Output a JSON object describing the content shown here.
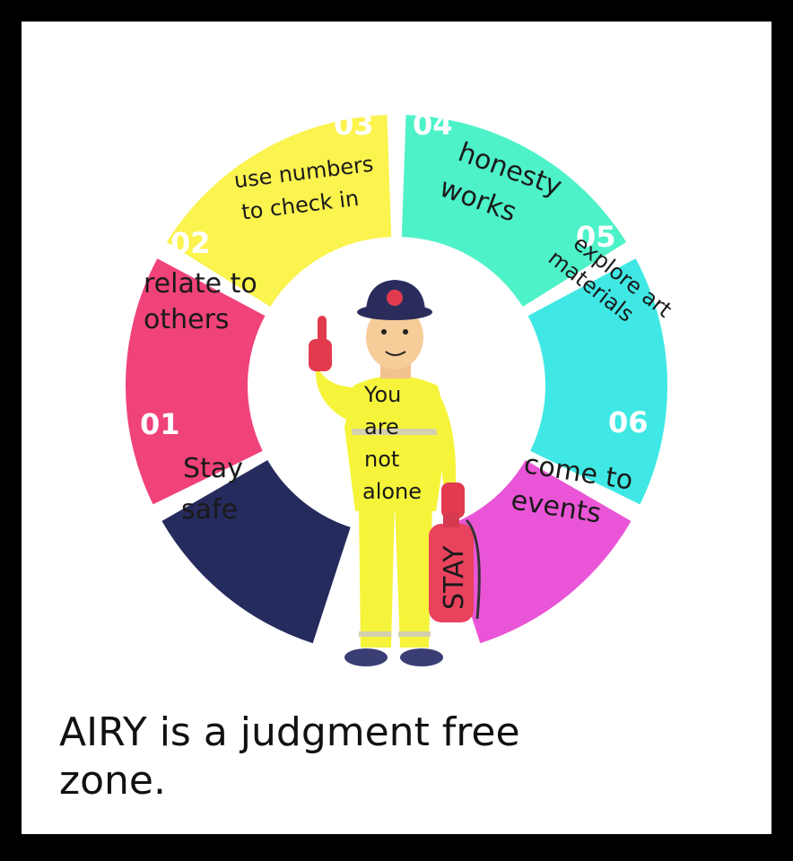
{
  "segments": [
    {
      "num": "01",
      "line1": "Stay",
      "line2": "safe",
      "color": "#262b5e",
      "num_color": "#ffffff",
      "text_color": "#ffffff"
    },
    {
      "num": "02",
      "line1": "relate to",
      "line2": "others",
      "color": "#f0437a",
      "num_color": "#ffffff",
      "text_color": "#1a1a1a"
    },
    {
      "num": "03",
      "line1": "use numbers",
      "line2": "to check in",
      "color": "#fbf34e",
      "num_color": "#ffffff",
      "text_color": "#1a1a1a"
    },
    {
      "num": "04",
      "line1": "honesty",
      "line2": "works",
      "color": "#4ef2c8",
      "num_color": "#ffffff",
      "text_color": "#1a1a1a"
    },
    {
      "num": "05",
      "line1": "explore art",
      "line2": "materials",
      "color": "#3fe8e4",
      "num_color": "#ffffff",
      "text_color": "#1a1a1a"
    },
    {
      "num": "06",
      "line1": "come to",
      "line2": "events",
      "color": "#e955d6",
      "num_color": "#ffffff",
      "text_color": "#1a1a1a"
    }
  ],
  "figure": {
    "vest_lines": [
      "You",
      "are",
      "not",
      "alone"
    ],
    "extinguisher_label": "STAY",
    "suit_color": "#f5f43a",
    "helmet_color": "#2a2d5c"
  },
  "caption": "AIRY is a judgment free zone."
}
